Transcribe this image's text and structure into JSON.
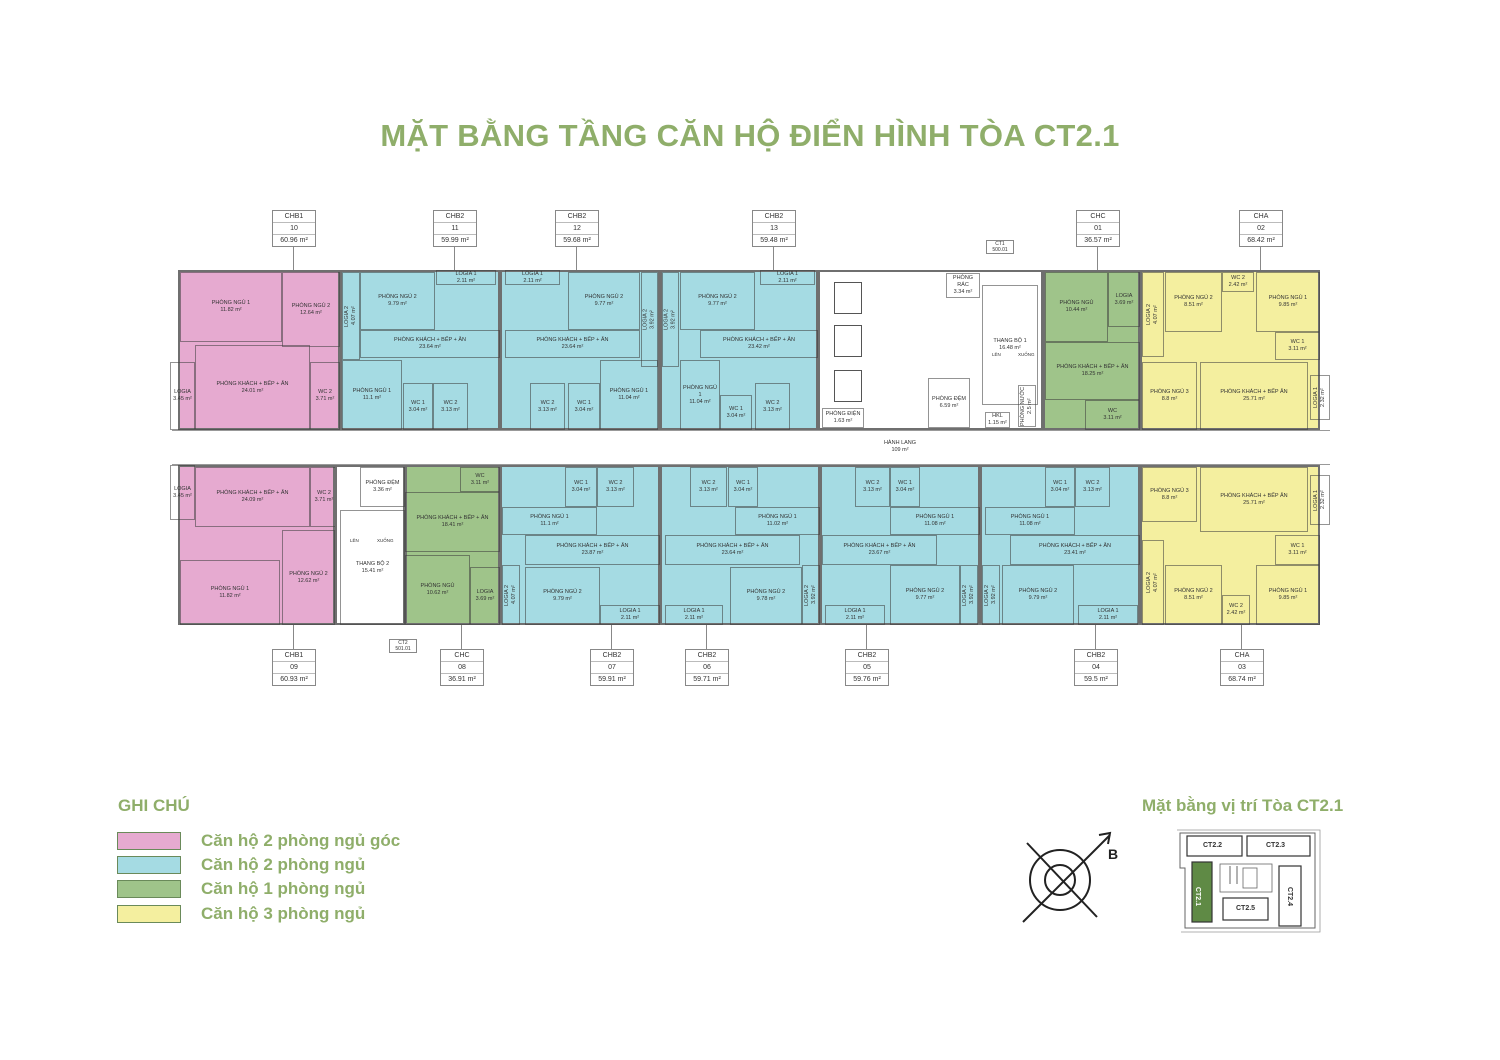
{
  "title": "MẶT BẰNG TẦNG CĂN HỘ ĐIỂN HÌNH TÒA CT2.1",
  "colors": {
    "CHB1": "#e6aad0",
    "CHB2": "#a5dbe3",
    "CHC": "#9fc48a",
    "CHA": "#f4ef9f",
    "core": "#ffffff"
  },
  "units": {
    "top": [
      {
        "type": "CHB1",
        "number": "10",
        "area": "60.96 m²",
        "rooms": [
          {
            "name": "PHÒNG NGỦ 1",
            "area": "11.82 m²"
          },
          {
            "name": "PHÒNG NGỦ 2",
            "area": "12.64 m²"
          },
          {
            "name": "PHÒNG KHÁCH + BẾP + ĂN",
            "area": "24.01 m²"
          },
          {
            "name": "WC 2",
            "area": "3.71 m²"
          },
          {
            "name": "LOGIA",
            "area": "3.45 m²"
          }
        ]
      },
      {
        "type": "CHB2",
        "number": "11",
        "area": "59.99 m²",
        "rooms": [
          {
            "name": "LOGIA 2",
            "area": "4.07 m²"
          },
          {
            "name": "PHÒNG NGỦ 2",
            "area": "9.79 m²"
          },
          {
            "name": "LOGIA 1",
            "area": "2.11 m²"
          },
          {
            "name": "PHÒNG KHÁCH + BẾP + ĂN",
            "area": "23.64 m²"
          },
          {
            "name": "PHÒNG NGỦ 1",
            "area": "11.1 m²"
          },
          {
            "name": "WC 1",
            "area": "3.04 m²"
          },
          {
            "name": "WC 2",
            "area": "3.13 m²"
          }
        ]
      },
      {
        "type": "CHB2",
        "number": "12",
        "area": "59.68 m²",
        "rooms": [
          {
            "name": "LOGIA 1",
            "area": "2.11 m²"
          },
          {
            "name": "PHÒNG NGỦ 2",
            "area": "9.77 m²"
          },
          {
            "name": "LOGIA 2",
            "area": "3.92 m²"
          },
          {
            "name": "PHÒNG KHÁCH + BẾP + ĂN",
            "area": "23.64 m²"
          },
          {
            "name": "WC 2",
            "area": "3.13 m²"
          },
          {
            "name": "WC 1",
            "area": "3.04 m²"
          },
          {
            "name": "PHÒNG NGỦ 1",
            "area": "11.04 m²"
          }
        ]
      },
      {
        "type": "CHB2",
        "number": "13",
        "area": "59.48 m²",
        "rooms": [
          {
            "name": "LOGIA 2",
            "area": "3.92 m²"
          },
          {
            "name": "PHÒNG NGỦ 2",
            "area": "9.77 m²"
          },
          {
            "name": "LOGIA 1",
            "area": "2.11 m²"
          },
          {
            "name": "PHÒNG KHÁCH + BẾP + ĂN",
            "area": "23.42 m²"
          },
          {
            "name": "PHÒNG NGỦ 1",
            "area": "11.04 m²"
          },
          {
            "name": "WC 1",
            "area": "3.04 m²"
          },
          {
            "name": "WC 2",
            "area": "3.13 m²"
          }
        ]
      },
      {
        "type": "core",
        "rooms": [
          {
            "name": "PHÒNG ĐIỆN",
            "area": "1.63 m²"
          },
          {
            "name": "PHÒNG RÁC",
            "area": "3.34 m²"
          },
          {
            "name": "PHÒNG ĐỆM",
            "area": "6.59 m²"
          },
          {
            "name": "THANG BỘ 1",
            "area": "16.48 m²"
          },
          {
            "name": "HKL",
            "area": "1.15 m²"
          },
          {
            "name": "PHÒNG NƯỚC",
            "area": "2.5 m²"
          }
        ]
      },
      {
        "type": "CHC",
        "number": "01",
        "area": "36.57 m²",
        "rooms": [
          {
            "name": "PHÒNG NGỦ",
            "area": "10.44 m²"
          },
          {
            "name": "LOGIA",
            "area": "3.69 m²"
          },
          {
            "name": "PHÒNG KHÁCH + BẾP + ĂN",
            "area": "18.25 m²"
          },
          {
            "name": "WC",
            "area": "3.11 m²"
          }
        ]
      },
      {
        "type": "CHA",
        "number": "02",
        "area": "68.42 m²",
        "rooms": [
          {
            "name": "LOGIA 2",
            "area": "4.07 m²"
          },
          {
            "name": "PHÒNG NGỦ 2",
            "area": "8.51 m²"
          },
          {
            "name": "WC 2",
            "area": "2.42 m²"
          },
          {
            "name": "PHÒNG NGỦ 1",
            "area": "9.85 m²"
          },
          {
            "name": "WC 1",
            "area": "3.11 m²"
          },
          {
            "name": "PHÒNG NGỦ 3",
            "area": "8.8 m²"
          },
          {
            "name": "PHÒNG KHÁCH + BẾP ĂN",
            "area": "25.71 m²"
          },
          {
            "name": "LOGIA 1",
            "area": "2.32 m²"
          }
        ]
      }
    ],
    "bottom": [
      {
        "type": "CHB1",
        "number": "09",
        "area": "60.93 m²",
        "rooms": [
          {
            "name": "LOGIA",
            "area": "3.45 m²"
          },
          {
            "name": "PHÒNG KHÁCH + BẾP + ĂN",
            "area": "24.09 m²"
          },
          {
            "name": "WC 2",
            "area": "3.71 m²"
          },
          {
            "name": "PHÒNG NGỦ 1",
            "area": "11.82 m²"
          },
          {
            "name": "PHÒNG NGỦ 2",
            "area": "12.62 m²"
          }
        ]
      },
      {
        "type": "core",
        "rooms": [
          {
            "name": "PHÒNG ĐỆM",
            "area": "3.36 m²"
          },
          {
            "name": "THANG BỘ 2",
            "area": "15.41 m²"
          }
        ]
      },
      {
        "type": "CHC",
        "number": "08",
        "area": "36.91 m²",
        "rooms": [
          {
            "name": "WC",
            "area": "3.11 m²"
          },
          {
            "name": "PHÒNG KHÁCH + BẾP + ĂN",
            "area": "18.41 m²"
          },
          {
            "name": "PHÒNG NGỦ",
            "area": "10.62 m²"
          },
          {
            "name": "LOGIA",
            "area": "3.69 m²"
          }
        ]
      },
      {
        "type": "CHB2",
        "number": "07",
        "area": "59.91 m²",
        "rooms": [
          {
            "name": "WC 1",
            "area": "3.04 m²"
          },
          {
            "name": "WC 2",
            "area": "3.13 m²"
          },
          {
            "name": "PHÒNG NGỦ 1",
            "area": "11.1 m²"
          },
          {
            "name": "PHÒNG KHÁCH + BẾP + ĂN",
            "area": "23.87 m²"
          },
          {
            "name": "LOGIA 2",
            "area": "4.07 m²"
          },
          {
            "name": "PHÒNG NGỦ 2",
            "area": "9.79 m²"
          },
          {
            "name": "LOGIA 1",
            "area": "2.11 m²"
          }
        ]
      },
      {
        "type": "CHB2",
        "number": "06",
        "area": "59.71 m²",
        "rooms": [
          {
            "name": "WC 2",
            "area": "3.13 m²"
          },
          {
            "name": "WC 1",
            "area": "3.04 m²"
          },
          {
            "name": "PHÒNG NGỦ 1",
            "area": "11.02 m²"
          },
          {
            "name": "PHÒNG KHÁCH + BẾP + ĂN",
            "area": "23.64 m²"
          },
          {
            "name": "PHÒNG NGỦ 2",
            "area": "9.78 m²"
          },
          {
            "name": "LOGIA 2",
            "area": "3.92 m²"
          },
          {
            "name": "LOGIA 1",
            "area": "2.11 m²"
          }
        ]
      },
      {
        "type": "CHB2",
        "number": "05",
        "area": "59.76 m²",
        "rooms": [
          {
            "name": "WC 2",
            "area": "3.13 m²"
          },
          {
            "name": "WC 1",
            "area": "3.04 m²"
          },
          {
            "name": "PHÒNG NGỦ 1",
            "area": "11.08 m²"
          },
          {
            "name": "PHÒNG KHÁCH + BẾP + ĂN",
            "area": "23.67 m²"
          },
          {
            "name": "PHÒNG NGỦ 2",
            "area": "9.77 m²"
          },
          {
            "name": "LOGIA 2",
            "area": "3.92 m²"
          },
          {
            "name": "LOGIA 1",
            "area": "2.11 m²"
          }
        ]
      },
      {
        "type": "CHB2",
        "number": "04",
        "area": "59.5 m²",
        "rooms": [
          {
            "name": "WC 1",
            "area": "3.04 m²"
          },
          {
            "name": "WC 2",
            "area": "3.13 m²"
          },
          {
            "name": "PHÒNG NGỦ 1",
            "area": "11.08 m²"
          },
          {
            "name": "PHÒNG KHÁCH + BẾP + ĂN",
            "area": "23.41 m²"
          },
          {
            "name": "LOGIA 2",
            "area": "3.92 m²"
          },
          {
            "name": "PHÒNG NGỦ 2",
            "area": "9.79 m²"
          },
          {
            "name": "LOGIA 1",
            "area": "2.11 m²"
          }
        ]
      },
      {
        "type": "CHA",
        "number": "03",
        "area": "68.74 m²",
        "rooms": [
          {
            "name": "PHÒNG NGỦ 3",
            "area": "8.8 m²"
          },
          {
            "name": "PHÒNG KHÁCH + BẾP ĂN",
            "area": "25.71 m²"
          },
          {
            "name": "LOGIA 1",
            "area": "2.32 m²"
          },
          {
            "name": "LOGIA 2",
            "area": "4.07 m²"
          },
          {
            "name": "PHÒNG NGỦ 2",
            "area": "8.51 m²"
          },
          {
            "name": "WC 2",
            "area": "2.42 m²"
          },
          {
            "name": "WC 1",
            "area": "3.11 m²"
          },
          {
            "name": "PHÒNG NGỦ 1",
            "area": "9.85 m²"
          }
        ]
      }
    ]
  },
  "corridor": {
    "name": "HÀNH LANG",
    "area": "109 m²"
  },
  "stairs": {
    "up": "LÊN",
    "down": "XUỐNG"
  },
  "shafts": {
    "ct1": {
      "label": "CT1",
      "code": "500.01"
    },
    "ct2": {
      "label": "CT2",
      "code": "501.01"
    }
  },
  "legend": {
    "title": "GHI CHÚ",
    "items": [
      {
        "label": "Căn hộ 2 phòng ngủ góc",
        "color": "#e6aad0"
      },
      {
        "label": "Căn hộ 2 phòng ngủ",
        "color": "#a5dbe3"
      },
      {
        "label": "Căn hộ 1 phòng ngủ",
        "color": "#9fc48a"
      },
      {
        "label": "Căn hộ 3 phòng ngủ",
        "color": "#f4ef9f"
      }
    ]
  },
  "compass": {
    "north_label": "B"
  },
  "site_plan": {
    "title": "Mặt bằng vị trí Tòa CT2.1",
    "buildings": [
      "CT2.2",
      "CT2.3",
      "CT2.1",
      "CT2.4",
      "CT2.5"
    ],
    "highlight_color": "#5f8a45"
  }
}
